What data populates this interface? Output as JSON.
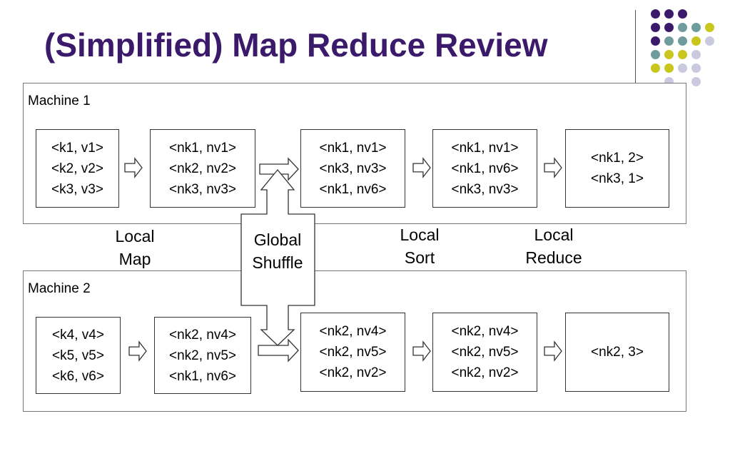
{
  "title": "(Simplified) Map Reduce Review",
  "colors": {
    "title": "#3b1a6b",
    "dot_purple": "#3b1a6b",
    "dot_teal": "#6f9c9c",
    "dot_yellow": "#c9c71e",
    "dot_lavender": "#c9c9e0"
  },
  "machines": [
    {
      "label": "Machine 1",
      "stages": [
        {
          "lines": [
            "<k1, v1>",
            "<k2, v2>",
            "<k3, v3>"
          ]
        },
        {
          "lines": [
            "<nk1, nv1>",
            "<nk2, nv2>",
            "<nk3, nv3>"
          ]
        },
        {
          "lines": [
            "<nk1, nv1>",
            "<nk3, nv3>",
            "<nk1, nv6>"
          ]
        },
        {
          "lines": [
            "<nk1, nv1>",
            "<nk1, nv6>",
            "<nk3, nv3>"
          ]
        },
        {
          "lines": [
            "<nk1, 2>",
            "<nk3, 1>"
          ]
        }
      ]
    },
    {
      "label": "Machine 2",
      "stages": [
        {
          "lines": [
            "<k4, v4>",
            "<k5, v5>",
            "<k6, v6>"
          ]
        },
        {
          "lines": [
            "<nk2, nv4>",
            "<nk2, nv5>",
            "<nk1, nv6>"
          ]
        },
        {
          "lines": [
            "<nk2, nv4>",
            "<nk2, nv5>",
            "<nk2, nv2>"
          ]
        },
        {
          "lines": [
            "<nk2, nv4>",
            "<nk2, nv5>",
            "<nk2, nv2>"
          ]
        },
        {
          "lines": [
            "<nk2, 3>"
          ]
        }
      ]
    }
  ],
  "stage_labels": [
    {
      "lines": [
        "Local",
        "Map"
      ]
    },
    {
      "lines": [
        "Local",
        "Sort"
      ]
    },
    {
      "lines": [
        "Local",
        "Reduce"
      ]
    }
  ],
  "shuffle_label": {
    "lines": [
      "Global",
      "Shuffle"
    ]
  },
  "decoration": {
    "dot_grid": [
      [
        "purple",
        "purple",
        "purple",
        null,
        null
      ],
      [
        "purple",
        "purple",
        "teal",
        "teal",
        "yellow"
      ],
      [
        "purple",
        "teal",
        "teal",
        "yellow",
        "lavender"
      ],
      [
        "teal",
        "yellow",
        "yellow",
        "lavender",
        null
      ],
      [
        "yellow",
        "yellow",
        "lavender",
        "lavender",
        null
      ],
      [
        null,
        "lavender",
        null,
        "lavender",
        null
      ]
    ]
  }
}
